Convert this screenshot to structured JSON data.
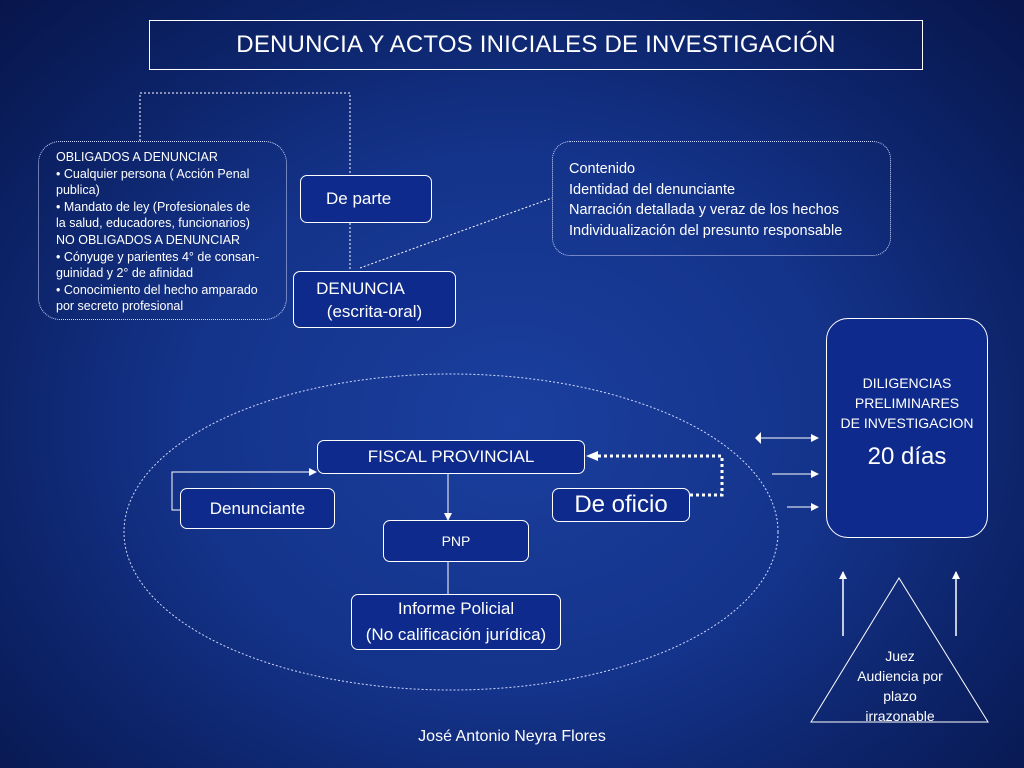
{
  "title": "DENUNCIA Y ACTOS INICIALES DE INVESTIGACIÓN",
  "obligados": {
    "lines": [
      "OBLIGADOS A  DENUNCIAR",
      "• Cualquier persona ( Acción Penal",
      "publica)",
      "• Mandato de ley (Profesionales de",
      "la salud, educadores, funcionarios)",
      "NO OBLIGADOS A  DENUNCIAR",
      "• Cónyuge y parientes 4° de consan-",
      "guinidad y 2° de afinidad",
      "• Conocimiento del hecho amparado",
      "por secreto profesional"
    ]
  },
  "de_parte": "De parte",
  "denuncia": {
    "line1": "DENUNCIA",
    "line2": "(escrita-oral)"
  },
  "contenido": {
    "lines": [
      "Contenido",
      "Identidad del denunciante",
      "Narración detallada y veraz de los hechos",
      "Individualización del presunto responsable"
    ]
  },
  "fiscal": "FISCAL PROVINCIAL",
  "denunciante": "Denunciante",
  "de_oficio": "De oficio",
  "pnp": "PNP",
  "informe": {
    "line1": "Informe Policial",
    "line2": "(No calificación jurídica)"
  },
  "diligencias": {
    "line1": "DILIGENCIAS",
    "line2": "PRELIMINARES",
    "line3": "DE INVESTIGACION",
    "dias": "20 días"
  },
  "juez": {
    "line1": "Juez",
    "line2": "Audiencia por",
    "line3": "plazo",
    "line4": "irrazonable"
  },
  "author": "José Antonio Neyra Flores",
  "colors": {
    "background": "#14338a",
    "box_fill": "#0d2a8c",
    "stroke": "#ffffff"
  }
}
